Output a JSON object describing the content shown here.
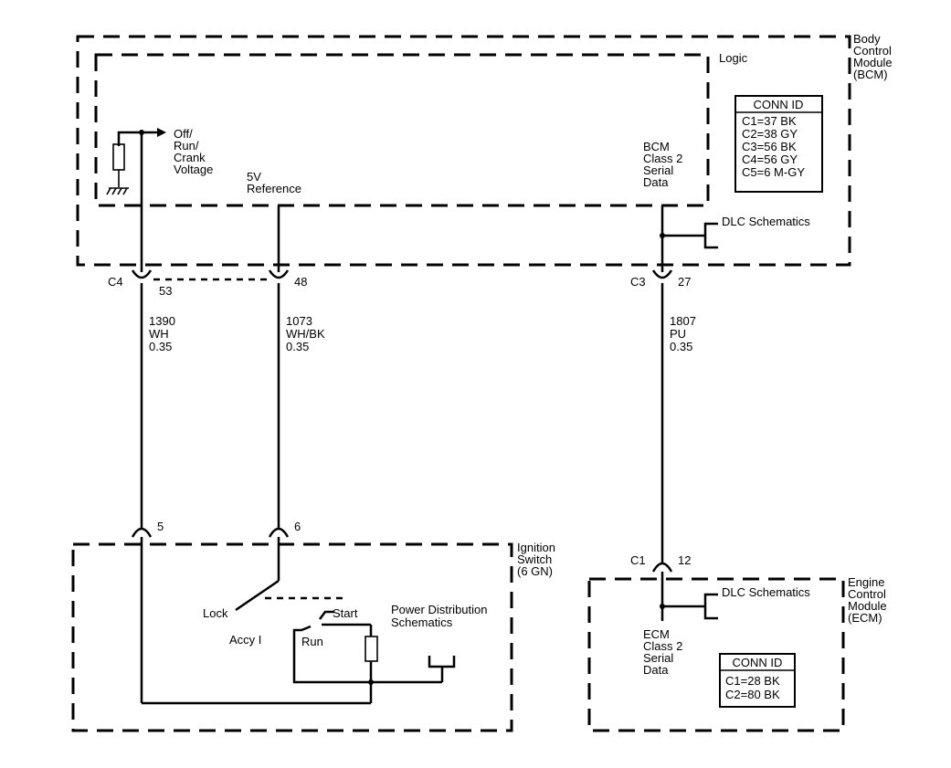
{
  "bcm": {
    "label": [
      "Body",
      "Control",
      "Module",
      "(BCM)"
    ],
    "logic_label": "Logic",
    "conn_id": {
      "header": "CONN ID",
      "rows": [
        "C1=37 BK",
        "C2=38 GY",
        "C3=56 BK",
        "C4=56 GY",
        "C5=6 M-GY"
      ]
    },
    "off_run_crank": [
      "Off/",
      "Run/",
      "Crank",
      "Voltage"
    ],
    "ref_5v": [
      "5V",
      "Reference"
    ],
    "class2": [
      "BCM",
      "Class 2",
      "Serial",
      "Data"
    ],
    "dlc": "DLC Schematics"
  },
  "connectors": {
    "c4": "C4",
    "c4_pin_a": "53",
    "c4_pin_b": "48",
    "c3": "C3",
    "c3_pin": "27",
    "ign_pin_a": "5",
    "ign_pin_b": "6",
    "c1": "C1",
    "c1_pin": "12"
  },
  "wires": {
    "w1390": [
      "1390",
      "WH",
      "0.35"
    ],
    "w1073": [
      "1073",
      "WH/BK",
      "0.35"
    ],
    "w1807": [
      "1807",
      "PU",
      "0.35"
    ]
  },
  "ignition": {
    "label": [
      "Ignition",
      "Switch",
      "(6 GN)"
    ],
    "lock": "Lock",
    "accy": "Accy I",
    "start": "Start",
    "run": "Run",
    "power_dist": [
      "Power Distribution",
      "Schematics"
    ]
  },
  "ecm": {
    "label": [
      "Engine",
      "Control",
      "Module",
      "(ECM)"
    ],
    "dlc": "DLC Schematics",
    "class2": [
      "ECM",
      "Class 2",
      "Serial",
      "Data"
    ],
    "conn_id": {
      "header": "CONN ID",
      "rows": [
        "C1=28 BK",
        "C2=80 BK"
      ]
    }
  }
}
